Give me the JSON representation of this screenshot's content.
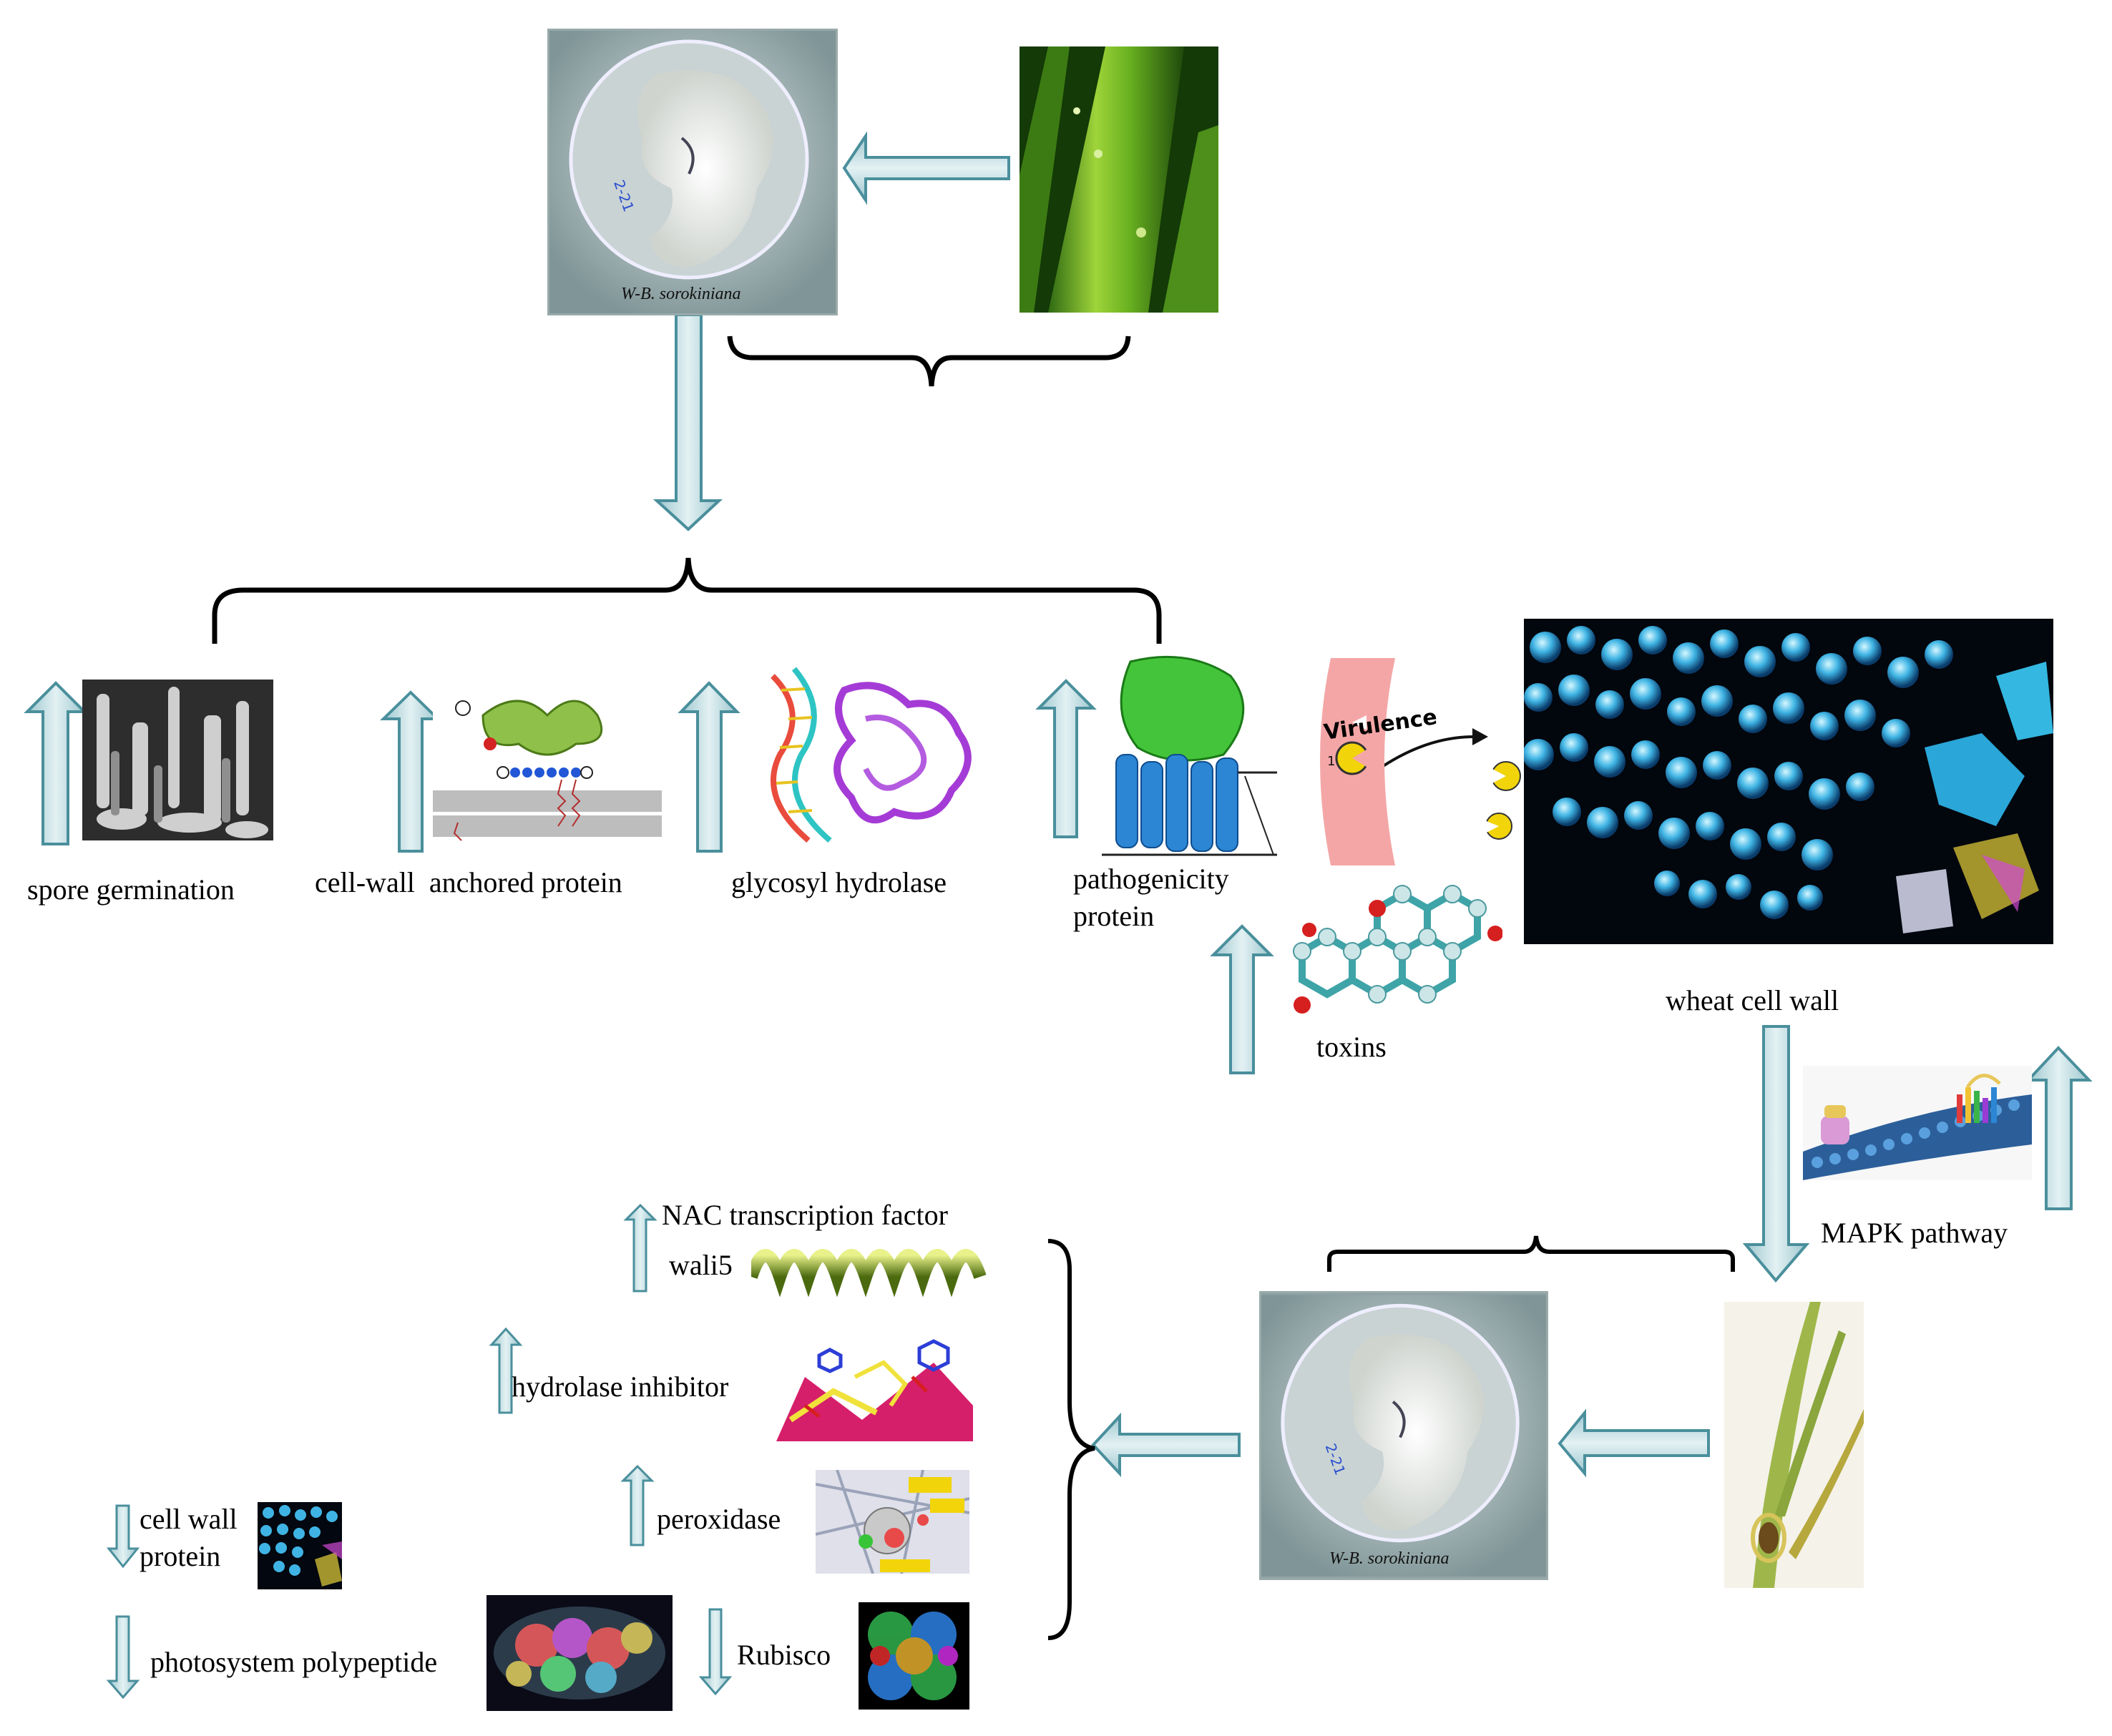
{
  "images": {
    "petri_top_caption": "W-B. sorokiniana",
    "petri_bottom_caption": "W-B. sorokiniana",
    "virulence_text": "Virulence"
  },
  "labels": {
    "spore_germination": "spore germination",
    "cell_wall_anchored": "cell-wall  anchored protein",
    "glycosyl_hydrolase": "glycosyl hydrolase",
    "pathogenicity_line1": "pathogenicity",
    "pathogenicity_line2": "protein",
    "toxins": "toxins",
    "wheat_cell_wall": "wheat cell wall",
    "mapk_pathway": "MAPK pathway",
    "nac_line1": "NAC transcription factor",
    "nac_line2": "wali5",
    "hydrolase_inhibitor": "hydrolase inhibitor",
    "peroxidase": "peroxidase",
    "cell_wall_protein_line1": "cell wall",
    "cell_wall_protein_line2": "protein",
    "photosystem_polypeptide": "photosystem polypeptide",
    "rubisco": "Rubisco"
  },
  "colors": {
    "arrow_fill": "#cfe3e8",
    "arrow_stroke": "#4a8f9c",
    "bracket": "#000000"
  }
}
